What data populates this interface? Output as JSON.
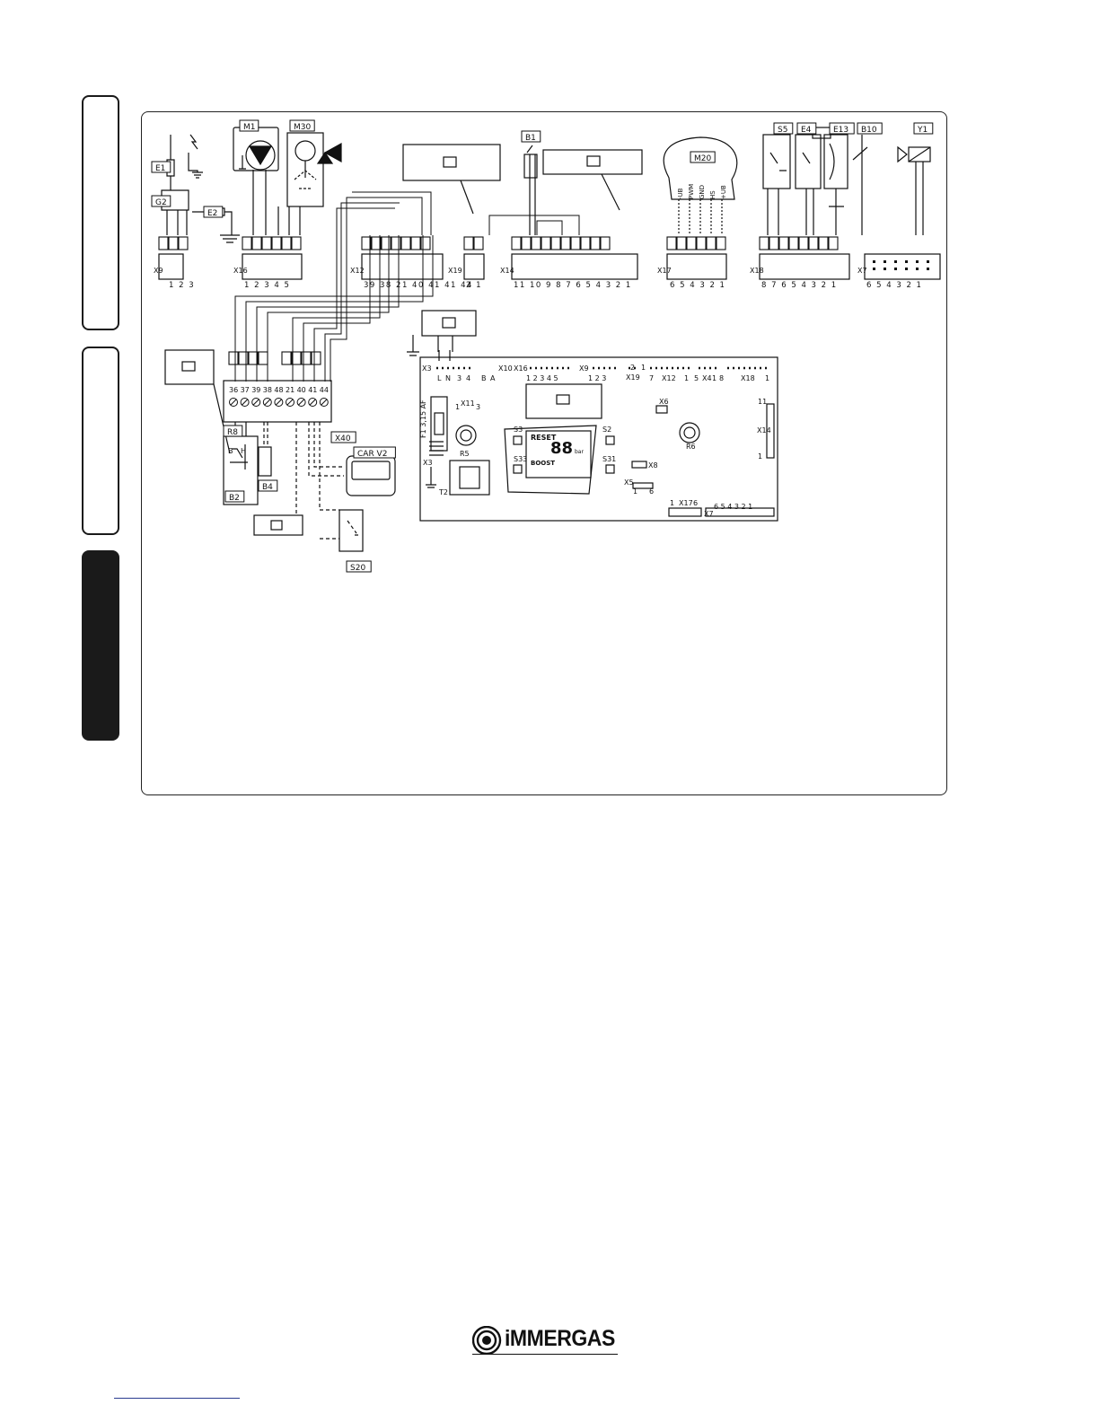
{
  "brand": {
    "name": "iMMERGAS"
  },
  "components": {
    "top": [
      "M1",
      "M30",
      "B1",
      "M20",
      "S5",
      "E4",
      "E13",
      "B10",
      "Y1",
      "E1",
      "G2",
      "E2"
    ],
    "left": [
      "R8",
      "B2",
      "B4",
      "X40",
      "CAR V2",
      "S20"
    ]
  },
  "connectors": [
    {
      "id": "X9",
      "pins": "1 2 3"
    },
    {
      "id": "X16",
      "pins": "1 2 3 4 5"
    },
    {
      "id": "X12",
      "pins": "39 38 21 40 41 41 44"
    },
    {
      "id": "X19",
      "pins": "2 1"
    },
    {
      "id": "X14",
      "pins": "11 10 9 8 7 6 5 4 3 2 1"
    },
    {
      "id": "X17",
      "pins": "6 5 4 3 2 1"
    },
    {
      "id": "X18",
      "pins": "8 7 6 5 4 3 2 1"
    },
    {
      "id": "X7",
      "pins": "6 5 4 3 2 1"
    }
  ],
  "terminal_block": [
    "36",
    "37",
    "39",
    "38",
    "48",
    "21",
    "40",
    "41",
    "44"
  ],
  "fan_pins": [
    "-UB",
    "PWM",
    "GND",
    "HS",
    "+UB"
  ],
  "board": {
    "labels": [
      "X3",
      "L",
      "N",
      "3",
      "4",
      "X10",
      "B",
      "A",
      "X16",
      "1 2 3 4 5",
      "X9",
      "1 2 3",
      "X19",
      "2",
      "1",
      "7",
      "X12",
      "1",
      "5",
      "X4",
      "1",
      "8",
      "X18",
      "1",
      "X6",
      "X11",
      "1",
      "3",
      "F1 3,15 AF",
      "R5",
      "S3",
      "S33",
      "S2",
      "S31",
      "R6",
      "X14",
      "11",
      "1",
      "X8",
      "X5",
      "1",
      "6",
      "X3",
      "T2",
      "1",
      "X17",
      "6",
      "6 5 4 3 2 1",
      "X7"
    ],
    "display": [
      "RESET",
      "88",
      "BOOST",
      "bar"
    ]
  },
  "b2_letters": [
    "B",
    "H"
  ]
}
